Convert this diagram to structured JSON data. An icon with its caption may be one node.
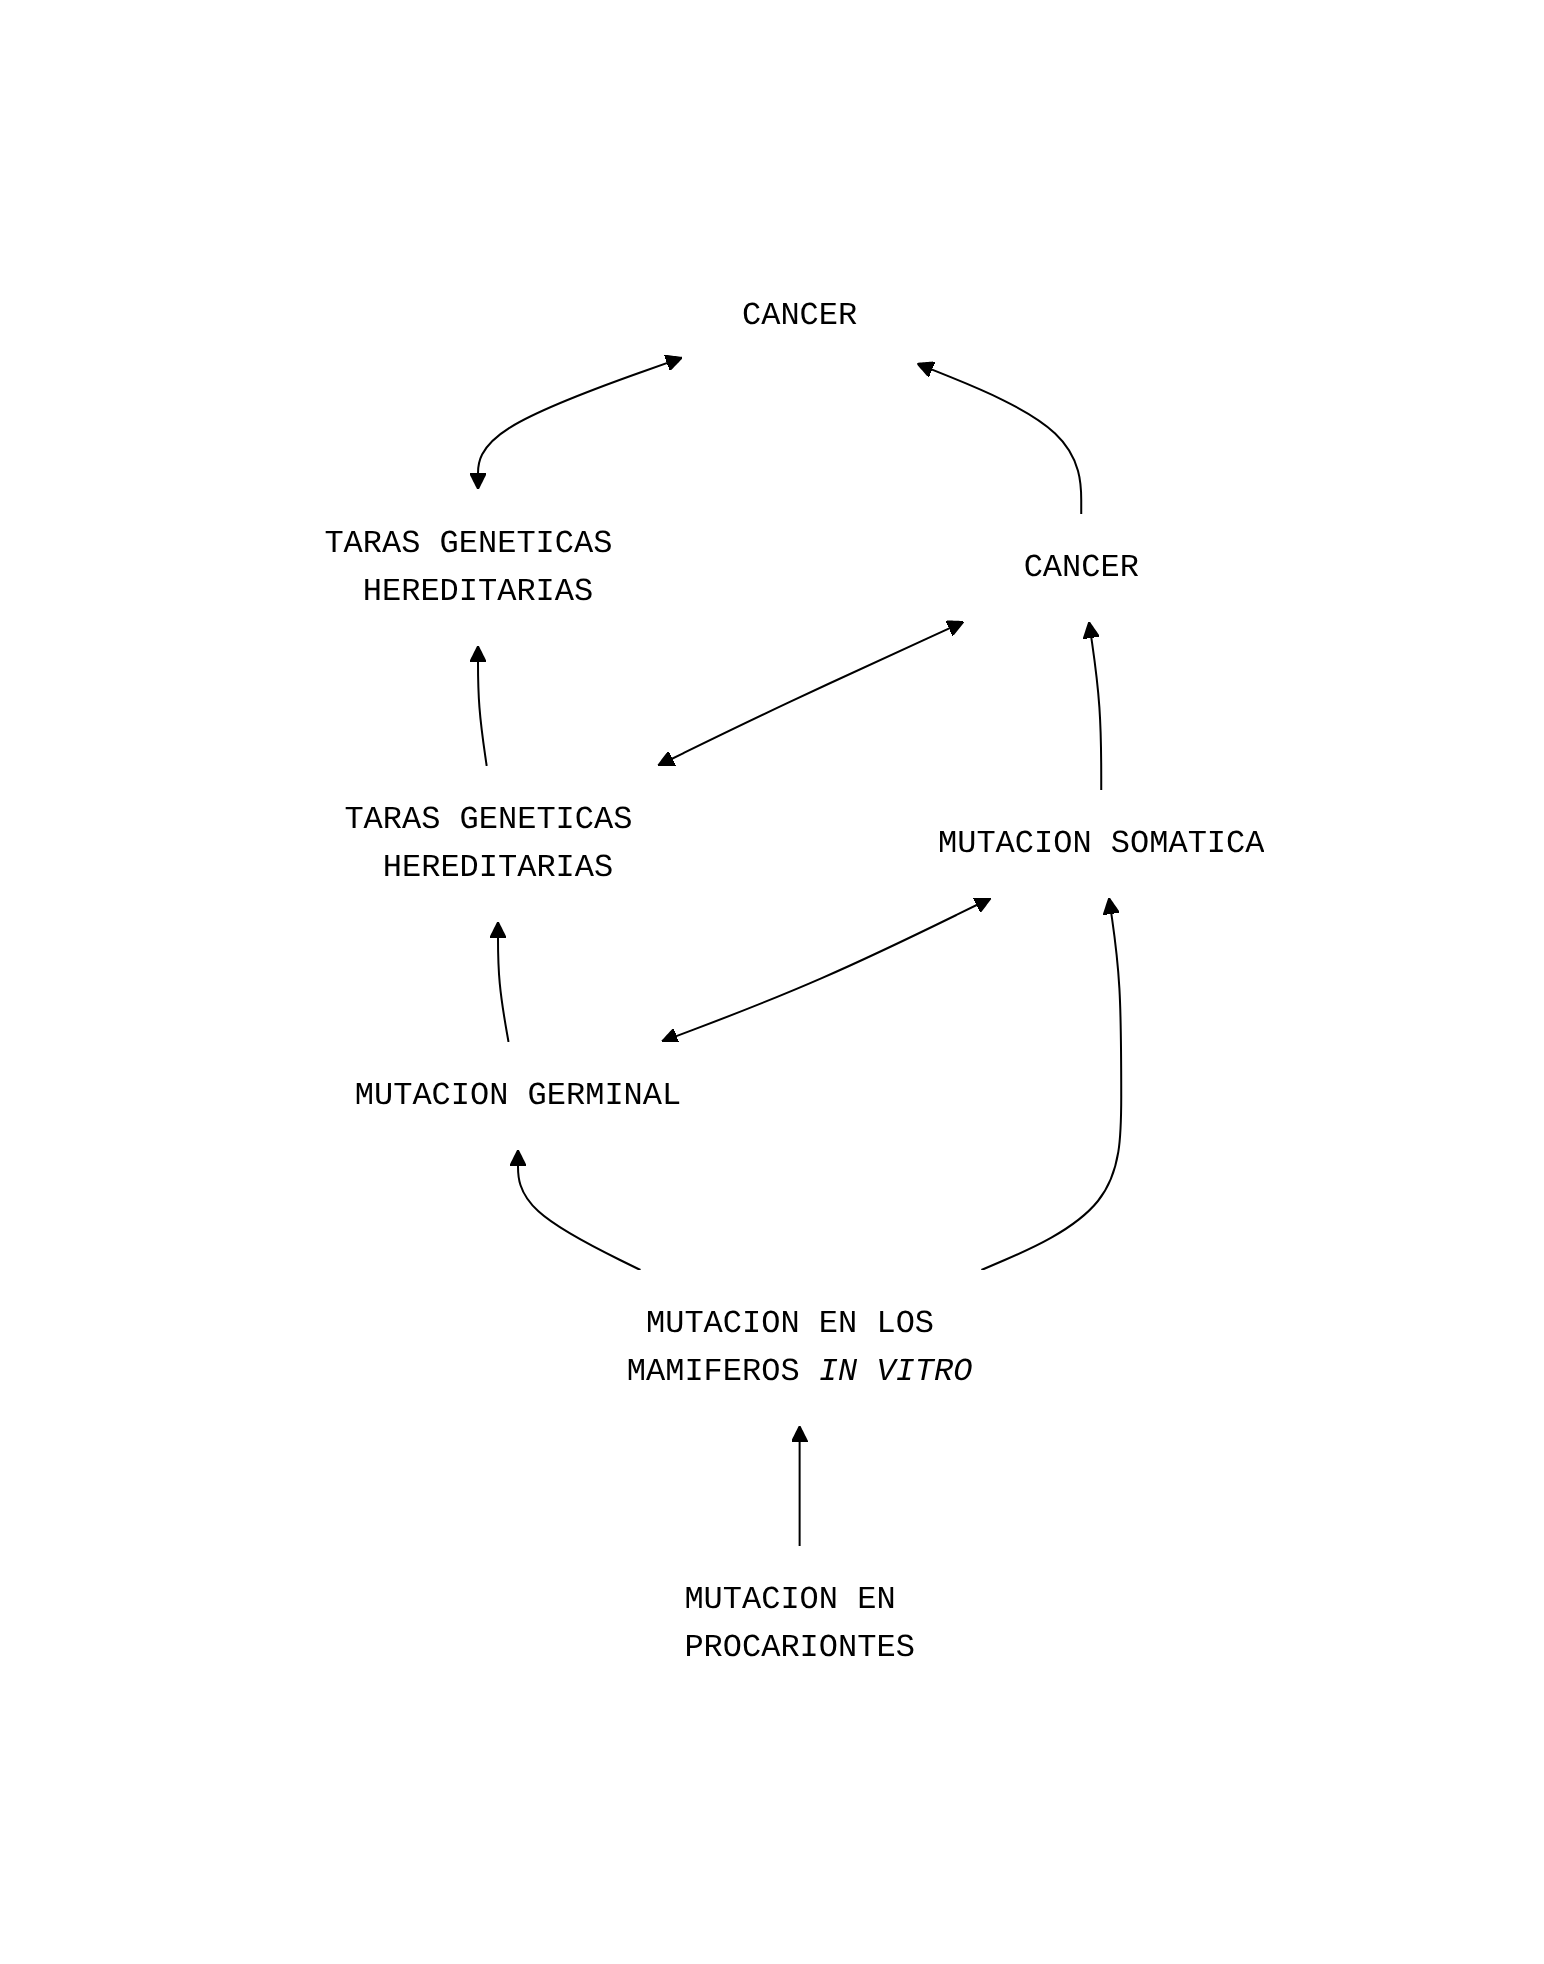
{
  "diagram": {
    "nodes": [
      {
        "text": [
          "TARAS GENETICAS HEREDITARIAS"
        ]
      },
      {
        "text": [
          "CANCER"
        ]
      },
      {
        "text": [
          "TARAS GENETICAS HEREDITARIAS"
        ]
      },
      {
        "text": [
          "CANCER"
        ]
      },
      {
        "text": [
          "MUTACION GERMINAL"
        ]
      },
      {
        "text": [
          "MUTACION SOMATICA"
        ]
      },
      {
        "text": [
          "MUTACION EN LOS MAMIFEROS *IN VITRO*"
        ]
      },
      {
        "text": [
          "MUTACION EN PROCARIONTES"
        ]
      }
    ],
    "edges": [
      {
        "from": 0,
        "to": 1,
        "arrow": "both"
      },
      {
        "from": 2,
        "to": 0,
        "arrow": "to"
      },
      {
        "from": 3,
        "to": 1,
        "arrow": "to"
      },
      {
        "from": 2,
        "to": 3,
        "arrow": "both"
      },
      {
        "from": 4,
        "to": 2,
        "arrow": "to"
      },
      {
        "from": 5,
        "to": 3,
        "arrow": "to"
      },
      {
        "from": 4,
        "to": 5,
        "arrow": "both"
      },
      {
        "from": 6,
        "to": 4,
        "arrow": "to"
      },
      {
        "from": 6,
        "to": 5,
        "arrow": "to"
      },
      {
        "from": 7,
        "to": 6,
        "arrow": "to"
      }
    ]
  }
}
